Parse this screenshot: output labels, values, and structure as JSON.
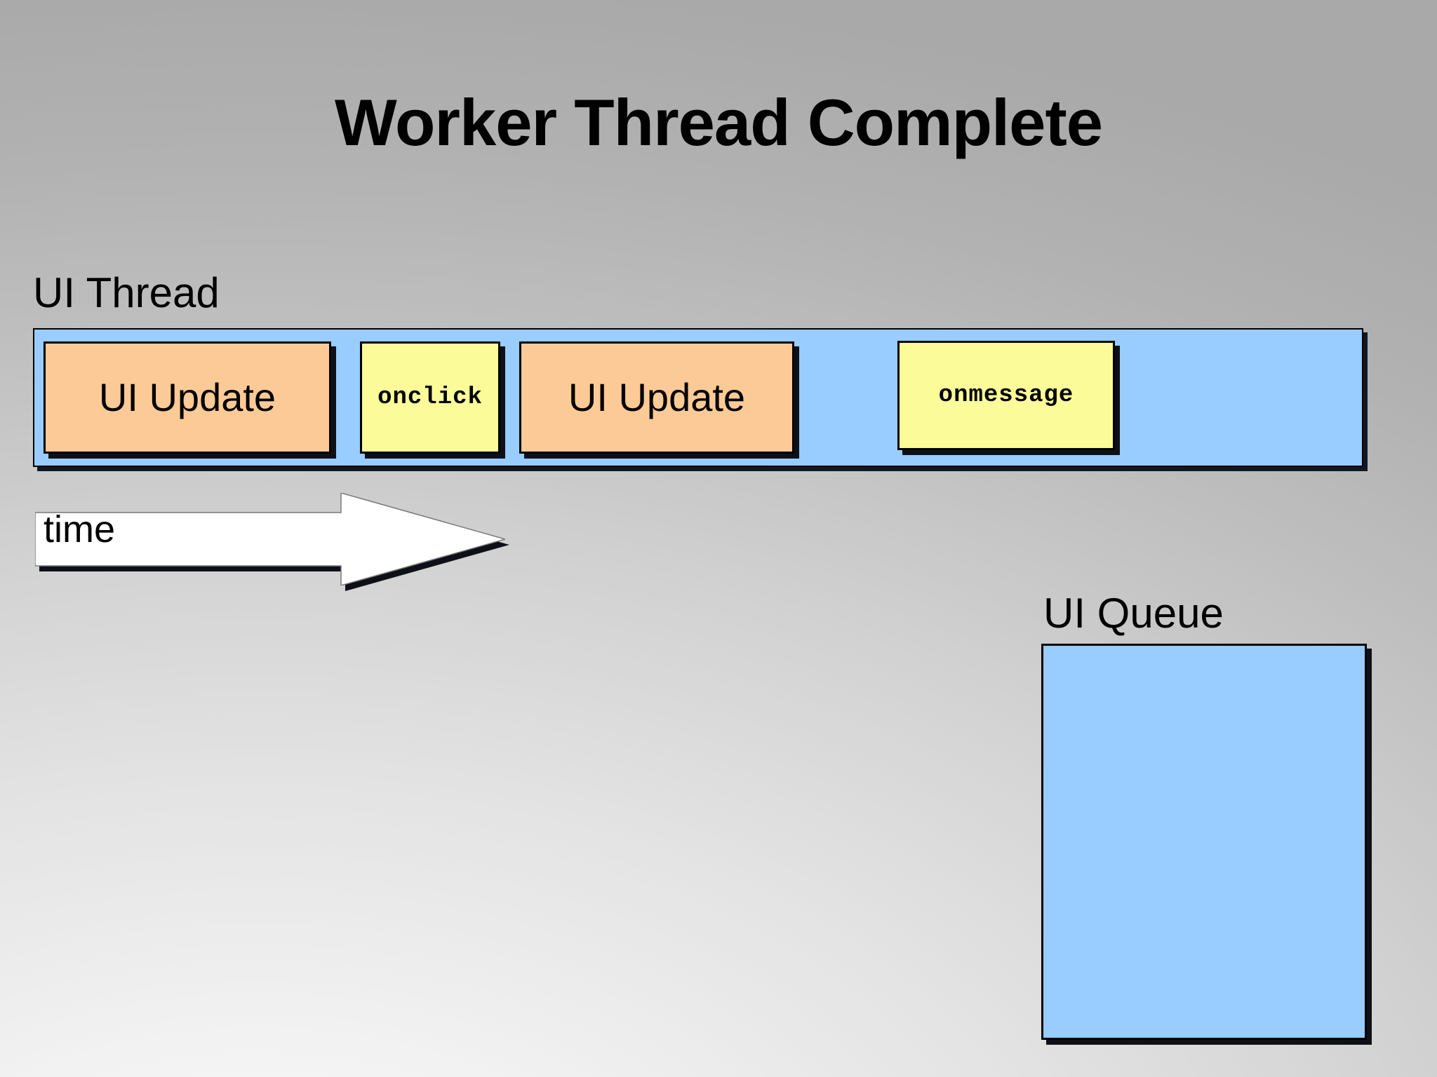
{
  "slide": {
    "title": "Worker Thread Complete",
    "background_top_color": "#a9a9a9",
    "background_bottom_color": "#fbfbfb"
  },
  "ui_thread": {
    "label": "UI Thread",
    "bar_color": "#99ccff",
    "blocks": [
      {
        "label": "UI Update",
        "kind": "ui-update",
        "color": "#fcca96"
      },
      {
        "label": "onclick",
        "kind": "handler",
        "color": "#fbfb99"
      },
      {
        "label": "UI Update",
        "kind": "ui-update",
        "color": "#fcca96"
      },
      {
        "label": "onmessage",
        "kind": "handler",
        "color": "#fbfb99"
      }
    ]
  },
  "time_axis": {
    "label": "time",
    "direction": "left-to-right",
    "arrow_color": "#ffffff"
  },
  "ui_queue": {
    "label": "UI Queue",
    "box_color": "#99ccff",
    "items": []
  }
}
